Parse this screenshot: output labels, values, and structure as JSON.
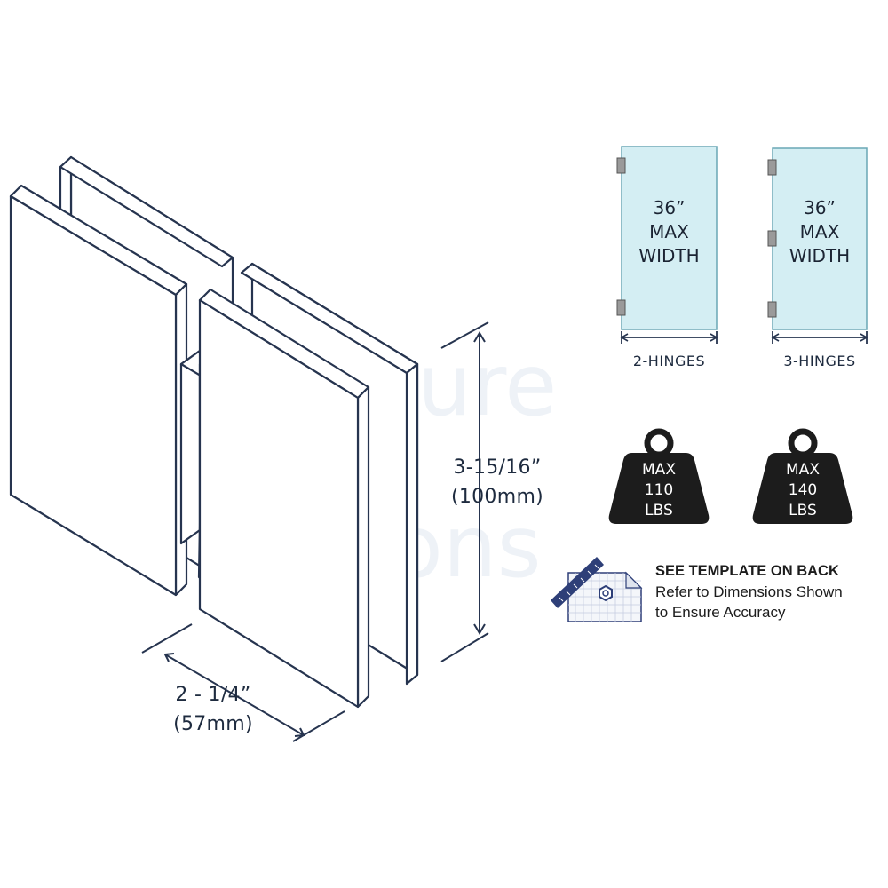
{
  "watermark": {
    "line1": "ure",
    "line2": "ons"
  },
  "dimensions": {
    "height_imperial": "3-15/16”",
    "height_metric": "(100mm)",
    "width_imperial": "2 - 1/4”",
    "width_metric": "(57mm)"
  },
  "door_panels": [
    {
      "line1": "36”",
      "line2": "MAX",
      "line3": "WIDTH",
      "caption": "2-HINGES"
    },
    {
      "line1": "36”",
      "line2": "MAX",
      "line3": "WIDTH",
      "caption": "3-HINGES"
    }
  ],
  "weights": [
    {
      "line1": "MAX",
      "line2": "110",
      "line3": "LBS"
    },
    {
      "line1": "MAX",
      "line2": "140",
      "line3": "LBS"
    }
  ],
  "template_note": {
    "title": "SEE TEMPLATE ON BACK",
    "line1": "Refer to Dimensions Shown",
    "line2": "to Ensure Accuracy"
  },
  "colors": {
    "outline": "#26344f",
    "glass": "#d4eef3",
    "weight_fill": "#1c1c1c",
    "ruler": "#2e3f78"
  }
}
